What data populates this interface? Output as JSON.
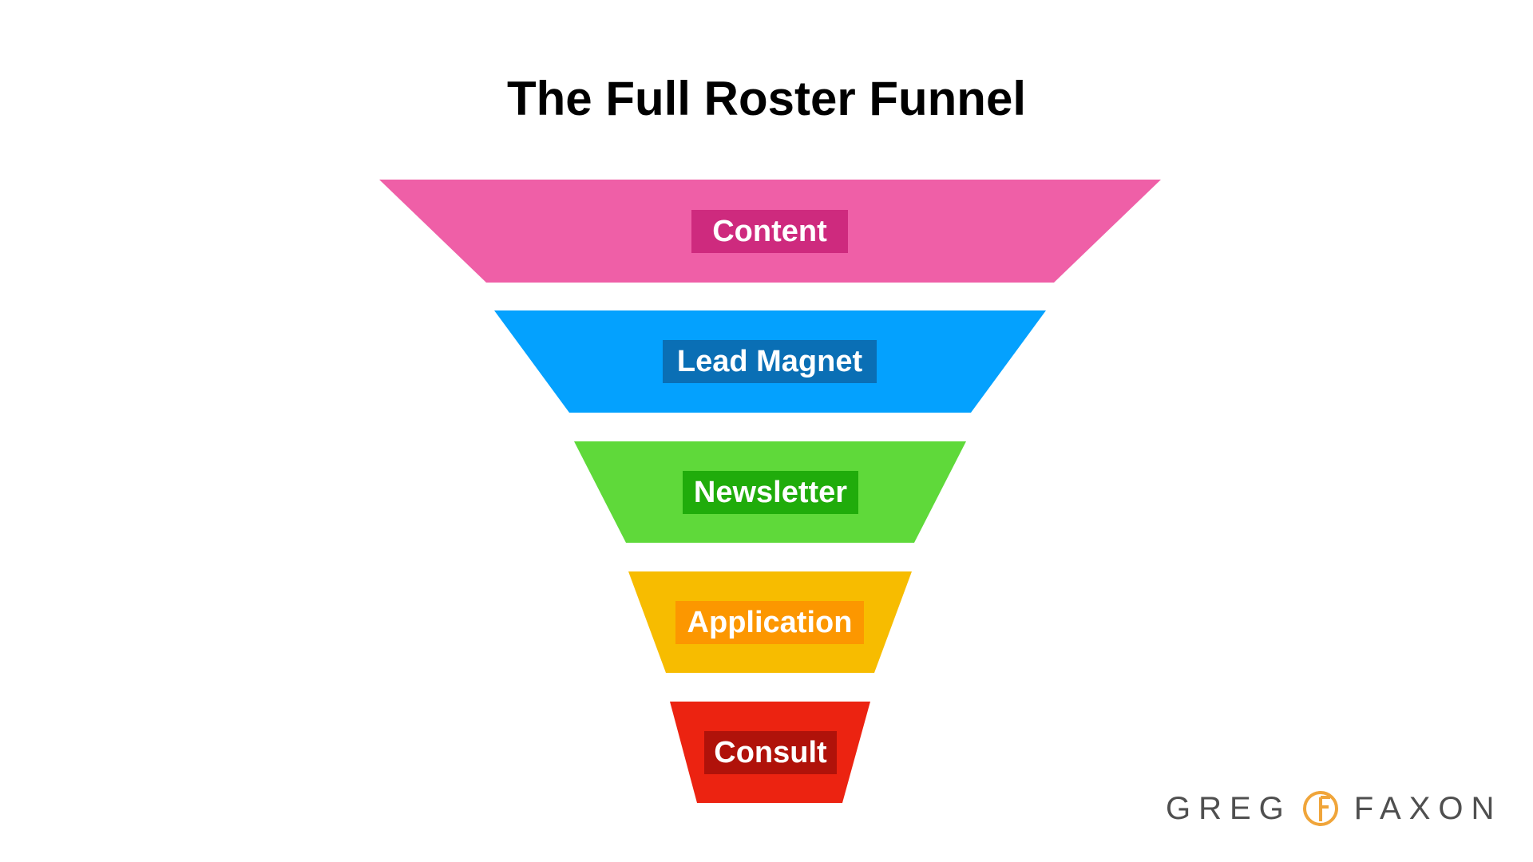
{
  "title": "The Full Roster Funnel",
  "stages": [
    {
      "label": "Content",
      "color": "#EF5FA7",
      "label_bg": "#CE2A7E"
    },
    {
      "label": "Lead Magnet",
      "color": "#04A1FE",
      "label_bg": "#0A6FB5"
    },
    {
      "label": "Newsletter",
      "color": "#5FD93A",
      "label_bg": "#20AC0B"
    },
    {
      "label": "Application",
      "color": "#F7BC00",
      "label_bg": "#FC9700"
    },
    {
      "label": "Consult",
      "color": "#EC2311",
      "label_bg": "#B0120A"
    }
  ],
  "brand": {
    "first": "GREG",
    "last": "FAXON",
    "logo_icon": "gf-monogram-icon",
    "logo_color": "#F0A53A"
  }
}
